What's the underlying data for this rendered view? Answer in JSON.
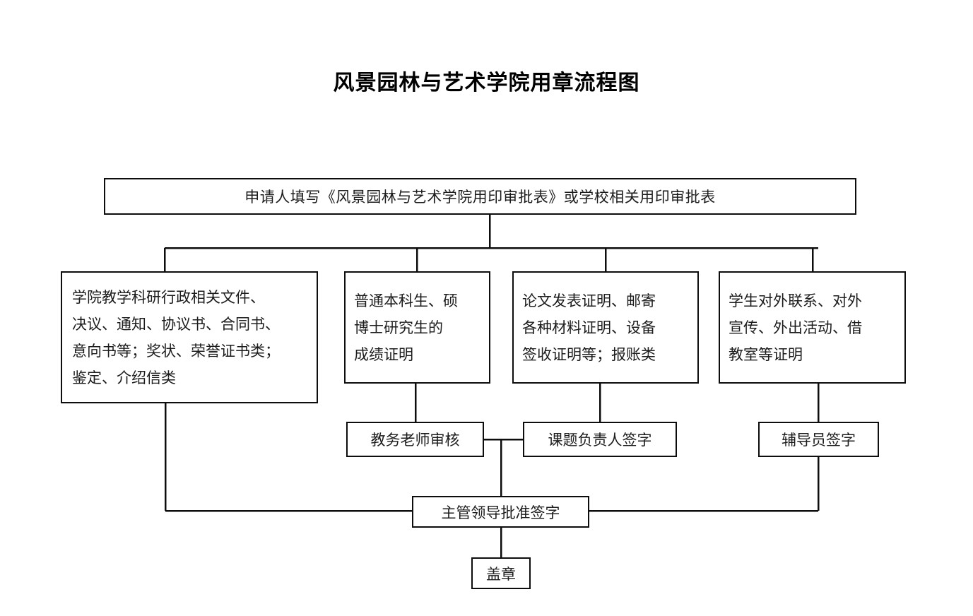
{
  "document": {
    "title": "风景园林与艺术学院用章流程图"
  },
  "flowchart": {
    "start": {
      "id": "apply",
      "label": "申请人填写《风景园林与艺术学院用印审批表》或学校相关用印审批表"
    },
    "categories": [
      {
        "id": "cat-1",
        "label": "学院教学科研行政相关文件、决议、通知、协议书、合同书、意向书等；奖状、荣誉证书类；鉴定、介绍信类",
        "lines": [
          "学院教学科研行政相关文件、",
          "决议、通知、协议书、合同书、",
          "意向书等；奖状、荣誉证书类；",
          "鉴定、介绍信类"
        ]
      },
      {
        "id": "cat-2",
        "label": "普通本科生、硕博士研究生的成绩证明",
        "lines": [
          "普通本科生、硕",
          "博士研究生的",
          "成绩证明"
        ]
      },
      {
        "id": "cat-3",
        "label": "论文发表证明、邮寄各种材料证明、设备签收证明等；报账类",
        "lines": [
          "论文发表证明、邮寄",
          "各种材料证明、设备",
          "签收证明等；报账类"
        ]
      },
      {
        "id": "cat-4",
        "label": "学生对外联系、对外宣传、外出活动、借教室等证明",
        "lines": [
          "学生对外联系、对外",
          "宣传、外出活动、借",
          "教室等证明"
        ]
      }
    ],
    "reviews": [
      {
        "id": "review-teacher",
        "label": "教务老师审核"
      },
      {
        "id": "review-project",
        "label": "课题负责人签字"
      },
      {
        "id": "review-counselor",
        "label": "辅导员签字"
      }
    ],
    "approve": {
      "id": "approve",
      "label": "主管领导批准签字"
    },
    "stamp": {
      "id": "stamp",
      "label": "盖章"
    }
  },
  "chart_data": {
    "type": "diagram",
    "title": "风景园林与艺术学院用章流程图",
    "nodes": [
      {
        "id": "apply",
        "text": "申请人填写《风景园林与艺术学院用印审批表》或学校相关用印审批表",
        "level": 0
      },
      {
        "id": "cat-1",
        "text": "学院教学科研行政相关文件、决议、通知、协议书、合同书、意向书等；奖状、荣誉证书类；鉴定、介绍信类",
        "level": 1
      },
      {
        "id": "cat-2",
        "text": "普通本科生、硕博士研究生的成绩证明",
        "level": 1
      },
      {
        "id": "cat-3",
        "text": "论文发表证明、邮寄各种材料证明、设备签收证明等；报账类",
        "level": 1
      },
      {
        "id": "cat-4",
        "text": "学生对外联系、对外宣传、外出活动、借教室等证明",
        "level": 1
      },
      {
        "id": "review-teacher",
        "text": "教务老师审核",
        "level": 2
      },
      {
        "id": "review-project",
        "text": "课题负责人签字",
        "level": 2
      },
      {
        "id": "review-counselor",
        "text": "辅导员签字",
        "level": 2
      },
      {
        "id": "approve",
        "text": "主管领导批准签字",
        "level": 3
      },
      {
        "id": "stamp",
        "text": "盖章",
        "level": 4
      }
    ],
    "edges": [
      {
        "from": "apply",
        "to": "cat-1"
      },
      {
        "from": "apply",
        "to": "cat-2"
      },
      {
        "from": "apply",
        "to": "cat-3"
      },
      {
        "from": "apply",
        "to": "cat-4"
      },
      {
        "from": "cat-1",
        "to": "approve"
      },
      {
        "from": "cat-2",
        "to": "review-teacher"
      },
      {
        "from": "cat-3",
        "to": "review-project"
      },
      {
        "from": "cat-4",
        "to": "review-counselor"
      },
      {
        "from": "review-teacher",
        "to": "approve"
      },
      {
        "from": "review-project",
        "to": "approve"
      },
      {
        "from": "review-counselor",
        "to": "approve"
      },
      {
        "from": "approve",
        "to": "stamp"
      }
    ],
    "orientation": "top-down",
    "line_color": "#0d0d0d",
    "box_fill": "#ffffff"
  }
}
